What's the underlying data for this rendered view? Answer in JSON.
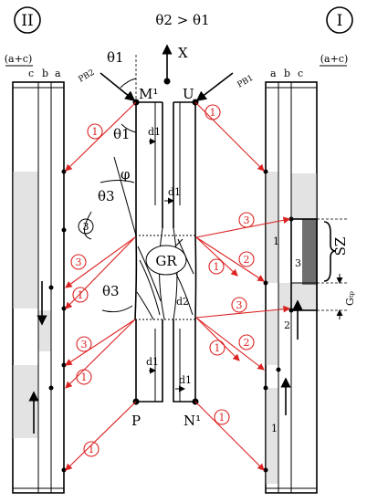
{
  "labels": {
    "side_left": "II",
    "side_right": "I",
    "condition": "θ2 > θ1",
    "axis": "X",
    "ac": "(a+c)",
    "a": "a",
    "b": "b",
    "c": "c",
    "pb1": "PB1",
    "pb2": "PB2",
    "m1": "M¹",
    "u": "U",
    "p": "P",
    "n1": "N¹",
    "theta1": "θ1",
    "theta3": "θ3",
    "phi": "φ",
    "d1": "d1",
    "d2": "d2",
    "gr": "GR",
    "sz": "SZ",
    "gtp": "Gₜₚ",
    "n1_": "1",
    "n2_": "2",
    "n3_": "3"
  },
  "colors": {
    "ray": "#dd2222",
    "shade_light": "#e3e3e3",
    "shade_dark": "#6f6f6f"
  }
}
